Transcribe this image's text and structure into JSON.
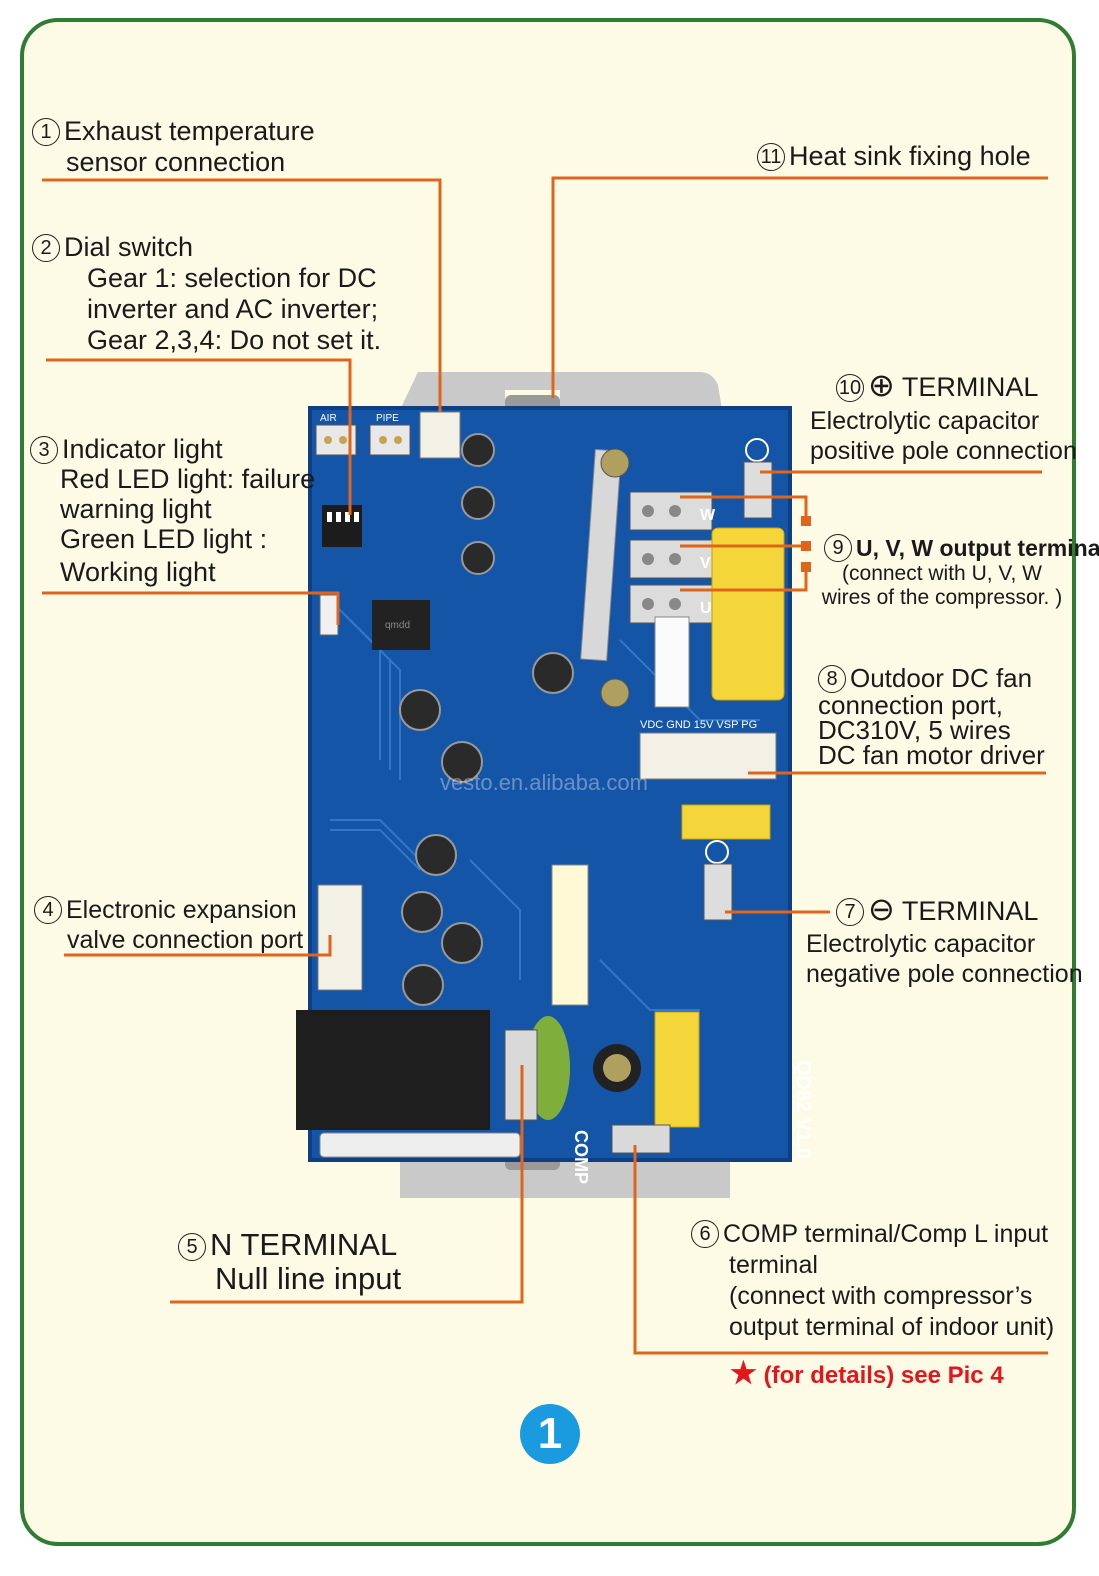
{
  "callouts": {
    "c1": {
      "num": "1",
      "line1": "Exhaust temperature",
      "line2": "sensor connection"
    },
    "c2": {
      "num": "2",
      "title": "Dial switch",
      "line1": "Gear 1: selection for DC",
      "line2": "inverter and AC inverter;",
      "line3": "Gear 2,3,4: Do not set it."
    },
    "c3": {
      "num": "3",
      "title": "Indicator light",
      "line1": "Red LED light: failure",
      "line2": "warning light",
      "line3": "Green LED light :",
      "line4": "Working light"
    },
    "c4": {
      "num": "4",
      "line1": "Electronic expansion",
      "line2": "valve connection port"
    },
    "c5": {
      "num": "5",
      "line1": "N TERMINAL",
      "line2": "Null line input"
    },
    "c6": {
      "num": "6",
      "line1": "COMP terminal/Comp L input",
      "line2": "terminal",
      "line3": "(connect with compressor’s",
      "line4": "output terminal of indoor unit)"
    },
    "c7": {
      "num": "7",
      "symbol": "⊖",
      "title": "TERMINAL",
      "line1": "Electrolytic capacitor",
      "line2": "negative pole connection"
    },
    "c8": {
      "num": "8",
      "line1": "Outdoor DC fan",
      "line2": "connection port,",
      "line3": "DC310V,  5 wires",
      "line4": "DC fan motor driver"
    },
    "c9": {
      "num": "9",
      "title": "U, V, W output terminal",
      "line1": "(connect with U, V, W",
      "line2": "wires of the compressor. )"
    },
    "c10": {
      "num": "10",
      "symbol": "⊕",
      "title": "TERMINAL",
      "line1": "Electrolytic capacitor",
      "line2": "positive pole connection"
    },
    "c11": {
      "num": "11",
      "title": "Heat sink fixing hole"
    }
  },
  "note": {
    "star": "★",
    "text": "(for details) see Pic 4"
  },
  "pic_number": "1",
  "board": {
    "model_label": "QD82 V1.0",
    "comp_label": "COMP",
    "air_label": "AIR",
    "pipe_label": "PIPE",
    "fan_pins_label": "VDC GND 15V VSP PG",
    "uvw_labels": [
      "W",
      "V",
      "U"
    ],
    "chip_brand": "qmdd"
  },
  "watermark": "vesto.en.alibaba.com",
  "colors": {
    "frame": "#2e7d32",
    "background": "#fdfbe6",
    "leader": "#e0651a",
    "pcb": "#1555a8",
    "badge": "#1a9be0",
    "note": "#e3161c"
  }
}
